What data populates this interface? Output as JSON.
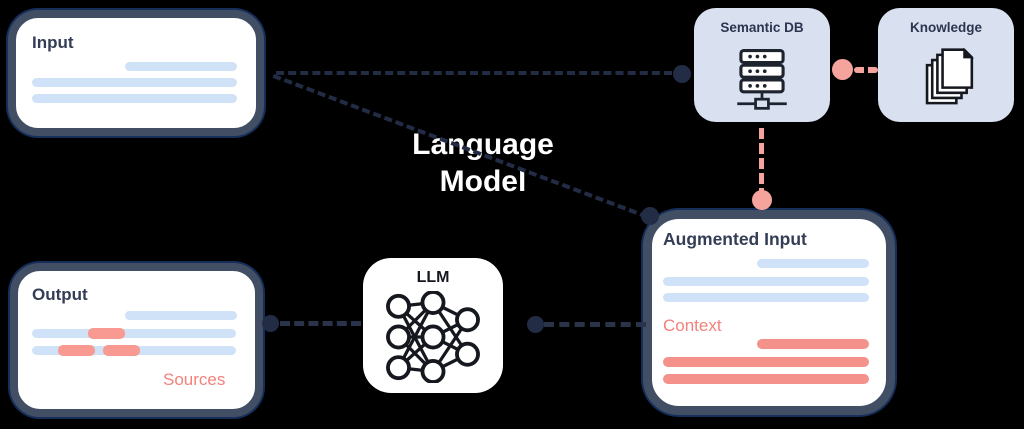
{
  "palette": {
    "background": "#000000",
    "node_border": "#414E63",
    "node_fill": "#FFFFFF",
    "panel_fill": "#D9E1F1",
    "connector_dark": "#232C45",
    "connector_pink": "#F5A39D",
    "skeleton_blue": "#CFE2F8",
    "skeleton_pink": "#F4918B",
    "title_dark": "#333D55",
    "panel_title_dark": "#2B3550",
    "pink_text": "#F2837C",
    "label_white": "#FFFFFF"
  },
  "labels": {
    "language_model_line1": "Language",
    "language_model_line2": "Model"
  },
  "nodes": {
    "input": {
      "title": "Input"
    },
    "semantic_db": {
      "title": "Semantic DB",
      "icon": "server-stack-icon"
    },
    "knowledge": {
      "title": "Knowledge",
      "icon": "document-stack-icon"
    },
    "augmented_input": {
      "title": "Augmented Input",
      "context_label": "Context"
    },
    "llm": {
      "title": "LLM",
      "icon": "neural-network-icon"
    },
    "output": {
      "title": "Output",
      "sources_label": "Sources"
    }
  },
  "connectors": [
    {
      "from": "input",
      "to": "semantic_db",
      "style": "dashed-dark-dot"
    },
    {
      "from": "input",
      "to": "augmented_input",
      "style": "dashed-dark-dot"
    },
    {
      "from": "knowledge",
      "to": "semantic_db",
      "style": "pink-dot"
    },
    {
      "from": "semantic_db",
      "to": "augmented_input",
      "style": "pink-dot"
    },
    {
      "from": "augmented_input",
      "to": "llm",
      "style": "dashed-dark-dot"
    },
    {
      "from": "llm",
      "to": "output",
      "style": "dashed-dark-dot"
    }
  ]
}
